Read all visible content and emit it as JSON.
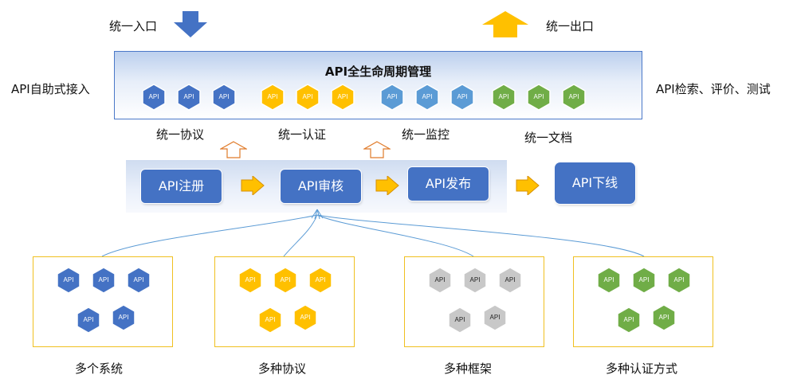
{
  "colors": {
    "blue": "#4472c4",
    "yellow": "#ffc000",
    "lightblue": "#5b9bd5",
    "green": "#70ad47",
    "gray": "#c8c8c8",
    "box_border": "#f0c020",
    "panel_border": "#4a78c8"
  },
  "top": {
    "entry_label": "统一入口",
    "exit_label": "统一出口"
  },
  "side": {
    "left_label": "API自助式接入",
    "right_label": "API检索、评价、测试"
  },
  "lifecycle": {
    "title": "API全生命周期管理",
    "groups": [
      {
        "label": "统一协议",
        "color": "blue",
        "hex": [
          "API",
          "API",
          "API"
        ]
      },
      {
        "label": "统一认证",
        "color": "yellow",
        "hex": [
          "API",
          "API",
          "API"
        ]
      },
      {
        "label": "统一监控",
        "color": "lightblue",
        "hex": [
          "API",
          "API",
          "API"
        ]
      },
      {
        "label": "统一文档",
        "color": "green",
        "hex": [
          "API",
          "API",
          "API"
        ]
      }
    ]
  },
  "workflow": {
    "steps": [
      "API注册",
      "API审核",
      "API发布",
      "API下线"
    ]
  },
  "sources": [
    {
      "label": "多个系统",
      "color": "blue",
      "hex": [
        "API",
        "API",
        "API",
        "API",
        "API"
      ]
    },
    {
      "label": "多种协议",
      "color": "yellow",
      "hex": [
        "API",
        "API",
        "API",
        "API",
        "API"
      ]
    },
    {
      "label": "多种框架",
      "color": "gray",
      "hex": [
        "API",
        "API",
        "API",
        "API",
        "API"
      ]
    },
    {
      "label": "多种认证方式",
      "color": "green",
      "hex": [
        "API",
        "API",
        "API",
        "API",
        "API"
      ]
    }
  ]
}
